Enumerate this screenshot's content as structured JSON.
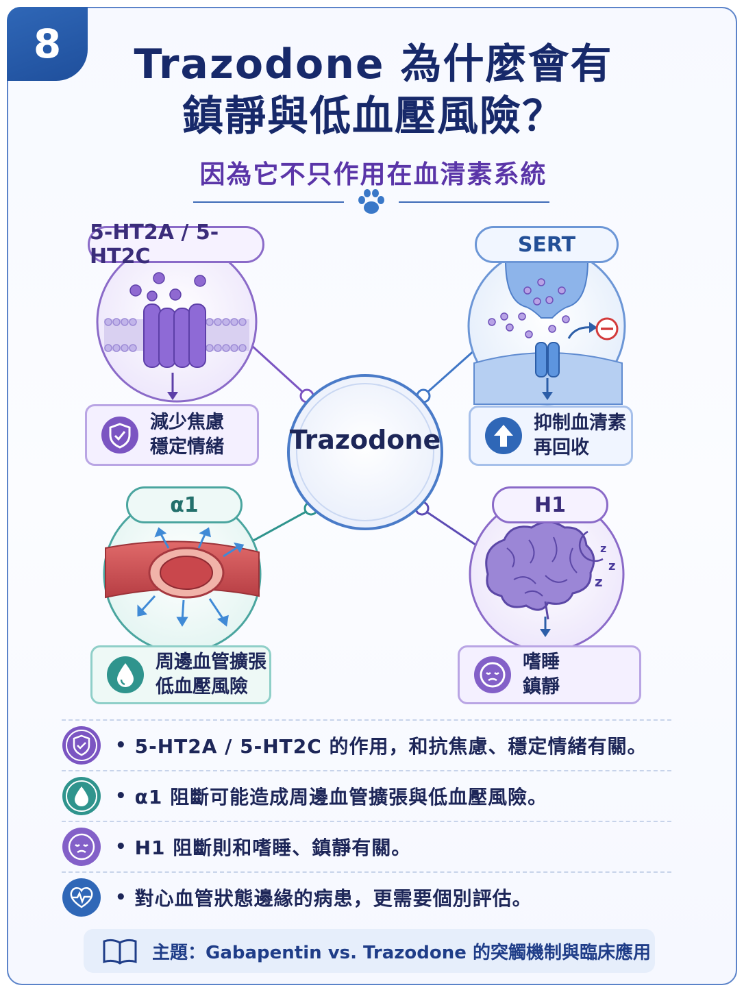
{
  "badge_number": "8",
  "title_line1": "Trazodone 為什麼會有",
  "title_line2": "鎮靜與低血壓風險？",
  "subtitle": "因為它不只作用在血清素系統",
  "center": {
    "label": "Trazodone"
  },
  "nodes": {
    "ht2": {
      "label": "5-HT2A / 5-HT2C",
      "effect_line1": "減少焦慮",
      "effect_line2": "穩定情緒",
      "icon": "shield-check-icon"
    },
    "sert": {
      "label": "SERT",
      "effect_line1": "抑制血清素",
      "effect_line2": "再回收",
      "icon": "arrow-up-icon"
    },
    "alpha1": {
      "label": "α1",
      "effect_line1": "周邊血管擴張",
      "effect_line2": "低血壓風險",
      "icon": "droplet-icon"
    },
    "h1": {
      "label": "H1",
      "effect_line1": "嗜睡",
      "effect_line2": "鎮靜",
      "icon": "sleepy-face-icon"
    }
  },
  "bullets": [
    {
      "text": "5-HT2A / 5-HT2C 的作用，和抗焦慮、穩定情緒有關。",
      "icon": "shield-check-icon"
    },
    {
      "text": "α1 阻斷可能造成周邊血管擴張與低血壓風險。",
      "icon": "droplet-icon"
    },
    {
      "text": "H1 阻斷則和嗜睡、鎮靜有關。",
      "icon": "sleepy-face-icon"
    },
    {
      "text": "對心血管狀態邊緣的病患，更需要個別評估。",
      "icon": "heart-pulse-icon"
    }
  ],
  "footer": {
    "text": "主題：Gabapentin vs. Trazodone 的突觸機制與臨床應用",
    "icon": "book-icon"
  },
  "colors": {
    "navy": "#17296a",
    "purple": "#5a35a8",
    "blue": "#2f67b7",
    "teal": "#2f948d"
  }
}
